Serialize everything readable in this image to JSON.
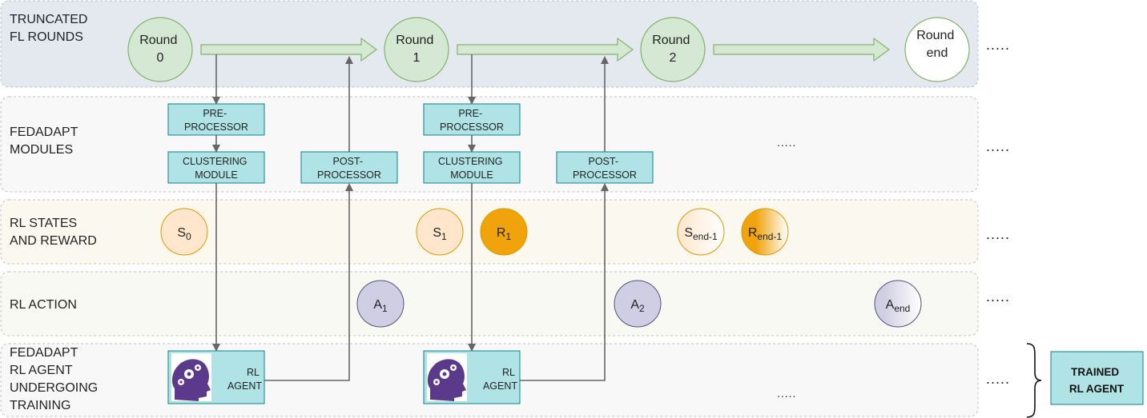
{
  "lanes": {
    "rounds": [
      "TRUNCATED",
      "FL ROUNDS"
    ],
    "modules": [
      "FEDADAPT",
      "MODULES"
    ],
    "states": [
      "RL STATES",
      "AND REWARD"
    ],
    "action": [
      "RL ACTION"
    ],
    "agent": [
      "FEDADAPT",
      "RL AGENT",
      "UNDERGOING",
      "TRAINING"
    ]
  },
  "rounds": [
    {
      "line1": "Round",
      "line2": "0"
    },
    {
      "line1": "Round",
      "line2": "1"
    },
    {
      "line1": "Round",
      "line2": "2"
    },
    {
      "line1": "Round",
      "line2": "end"
    }
  ],
  "modules": {
    "pre": [
      "PRE-",
      "PROCESSOR"
    ],
    "clustering": [
      "CLUSTERING",
      "MODULE"
    ],
    "post": [
      "POST-",
      "PROCESSOR"
    ]
  },
  "states": {
    "s0": {
      "base": "S",
      "sub": "0"
    },
    "s1": {
      "base": "S",
      "sub": "1"
    },
    "r1": {
      "base": "R",
      "sub": "1"
    },
    "send": {
      "base": "S",
      "sub": "end-1"
    },
    "rend": {
      "base": "R",
      "sub": "end-1"
    }
  },
  "actions": {
    "a1": {
      "base": "A",
      "sub": "1"
    },
    "a2": {
      "base": "A",
      "sub": "2"
    },
    "aend": {
      "base": "A",
      "sub": "end"
    }
  },
  "agent": [
    "RL",
    "AGENT"
  ],
  "trained": [
    "TRAINED",
    "RL AGENT"
  ],
  "ellipsis": ".....",
  "colors": {
    "lane_rounds": "#e4e9f0",
    "lane_other": "#f8f8f8",
    "lane_states": "#fbf9ef",
    "lane_action": "#f9f9f3",
    "round_fill": "#d5e8d4",
    "round_stroke": "#82b366",
    "box_fill": "#b0e3e6",
    "box_stroke": "#0e8088",
    "state_fill": "#ffe6cc",
    "state_stroke": "#d79b00",
    "reward_fill": "#f0a30a",
    "action_fill": "#d0cee2",
    "action_stroke": "#56517e",
    "arrow": "#666666"
  }
}
